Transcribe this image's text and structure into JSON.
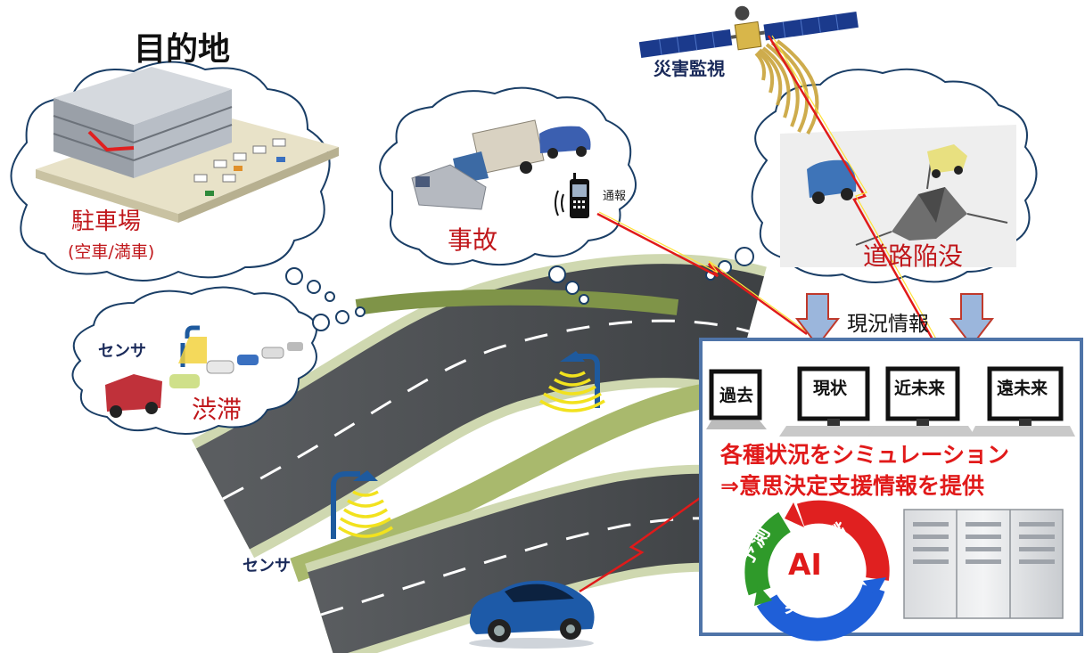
{
  "diagram": {
    "title": "目的地",
    "clouds": {
      "parking": {
        "label": "駐車場",
        "sublabel": "(空車/満車)"
      },
      "accident": {
        "label": "事故",
        "report": "通報"
      },
      "traffic": {
        "label": "渋滞",
        "sensor": "センサ"
      },
      "road_collapse": {
        "label": "道路陥没"
      }
    },
    "satellite": {
      "label": "災害監視"
    },
    "road": {
      "sensor": "センサ"
    },
    "panel": {
      "header": "現況情報",
      "monitors": [
        "過去",
        "現状",
        "近未来",
        "遠未来"
      ],
      "message_line1": "各種状況をシミュレーション",
      "message_line2": "⇒意思決定支援情報を提供",
      "cycle": {
        "center": "AI",
        "recognize": "認識",
        "predict": "予測",
        "execute": "実行"
      }
    }
  },
  "colors": {
    "panel_border": "#4f74a8",
    "label_red": "#c0171b",
    "message_red": "#e11a1a",
    "arrow_fill": "#9bb6dc",
    "arrow_outline": "#c0392b",
    "cycle_red": "#e02020",
    "cycle_blue": "#1f5fd8",
    "cycle_green": "#2f9a2a",
    "sensor_blue": "#1e5a9e",
    "sensor_wave": "#f2e21e"
  }
}
